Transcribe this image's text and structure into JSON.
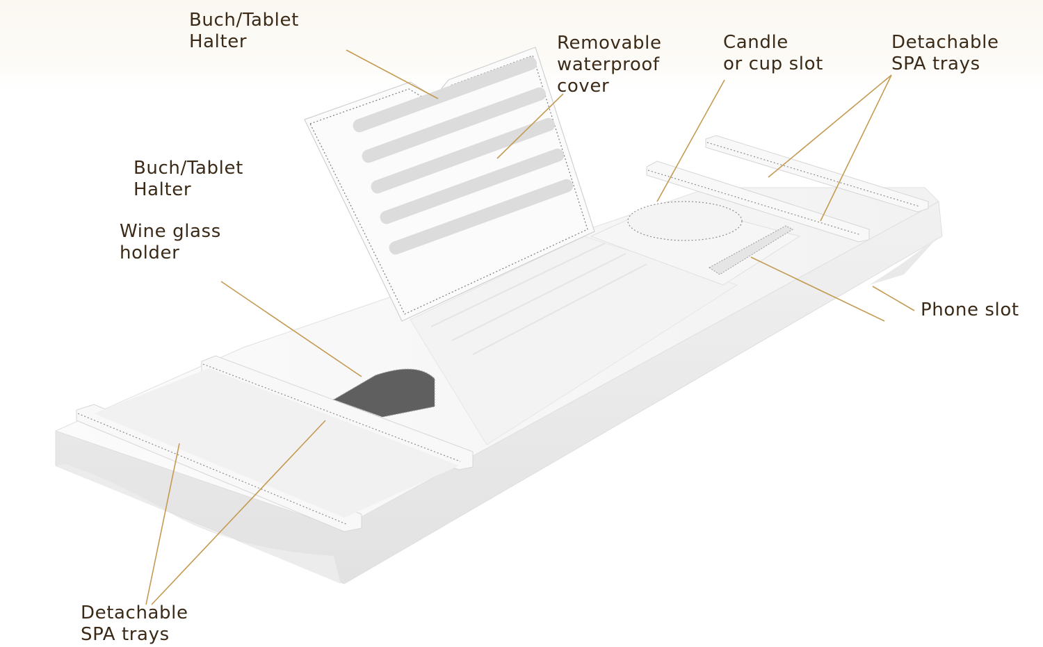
{
  "labels": {
    "book_holder_top": {
      "line1": "Buch/Tablet",
      "line2": "Halter"
    },
    "waterproof_cover": {
      "line1": "Removable",
      "line2": "waterproof",
      "line3": "cover"
    },
    "candle_slot": {
      "line1": "Candle",
      "line2": "or cup slot"
    },
    "spa_trays_right": {
      "line1": "Detachable",
      "line2": "SPA trays"
    },
    "book_holder_left": {
      "line1": "Buch/Tablet",
      "line2": "Halter"
    },
    "wine_glass_holder": {
      "line1": "Wine glass",
      "line2": "holder"
    },
    "phone_slot": {
      "line1": "Phone slot"
    },
    "spa_trays_bottom": {
      "line1": "Detachable",
      "line2": "SPA trays"
    }
  },
  "colors": {
    "leader_line": "#c49a52",
    "text": "#3a2a17",
    "product_white": "#f7f7f7",
    "product_shadow": "#e4e4e4"
  }
}
